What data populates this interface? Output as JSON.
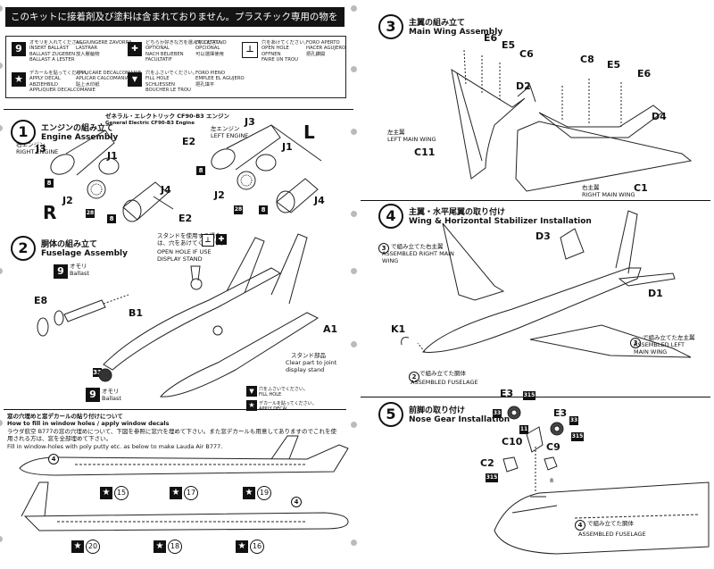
{
  "banner": "このキットに接着剤及び塗料は含まれておりません。プラスチック専用の物を別にお求め下さい。",
  "legend": {
    "ballast": {
      "icon": "9",
      "jp": "オモリを入れてください。",
      "en": "INSERT BALLAST",
      "fr": "BALLAST A LESTER",
      "de": "BALLAST ZUGEBEN",
      "es": "LASTRAR",
      "it": "AGGIUNGERE ZAVORRA",
      "cn": "放入壓艙物"
    },
    "optional": {
      "jp": "どちらか好きな方を選んでください。",
      "en": "OPTIONAL",
      "fr": "FACULTATIF",
      "de": "NACH BELIEBEN",
      "es": "OPCIONAL",
      "it": "FACOLTATIVO",
      "cn": "可以選擇使用"
    },
    "open_hole": {
      "jp": "穴をあけてください。",
      "en": "OPEN HOLE",
      "fr": "FAIRE UN TROU",
      "de": "OFFNEN",
      "es": "HACER AGUJERO",
      "it": "FORO APERTO",
      "cn": "把孔鑽開"
    },
    "apply_decal": {
      "jp": "デカールを貼ってください。",
      "en": "APPLY DECAL",
      "fr": "APPLIQUER DECALCOMANIE",
      "de": "ABZIEHBILD",
      "es": "APLICAR CALCOMANIA",
      "it": "APPLICARE DECALCOMANIE",
      "cn": "貼上水印紙"
    },
    "fill_hole": {
      "jp": "穴をふさいでください。",
      "en": "FILL HOLE",
      "fr": "BOUCHER LE TROU",
      "de": "SCHLIESSEN",
      "es": "EMPLEE EL AGUJERO",
      "it": "FORO PIENO",
      "cn": "把孔填平"
    }
  },
  "step1": {
    "number": "1",
    "title_jp": "エンジンの組み立て",
    "title_en": "Engine Assembly",
    "engine_jp": "ゼネラル・エレクトリック CF90-B3 エンジン",
    "engine_en": "General Electric CF90-B3 Engine",
    "right_jp": "右エンジン",
    "right_en": "RIGHT ENGINE",
    "left_jp": "左エンジン",
    "left_en": "LEFT ENGINE",
    "R": "R",
    "L": "L",
    "parts": {
      "J3": "J3",
      "J1": "J1",
      "J2": "J2",
      "J4": "J4",
      "E2": "E2"
    },
    "paint": {
      "p8": "8",
      "p28": "28"
    }
  },
  "step2": {
    "number": "2",
    "title_jp": "胴体の組み立て",
    "title_en": "Fuselage Assembly",
    "stand_note_jp": "スタンドを使用する場合は、穴をあけてください。",
    "stand_note_en": "OPEN HOLE IF USE DISPLAY STAND",
    "ballast_jp": "オモリ",
    "ballast_en": "Ballast",
    "parts": {
      "E8": "E8",
      "B1": "B1",
      "A1": "A1"
    },
    "paint33": "33",
    "stand_jp": "スタンド部品",
    "stand_en": "Clear part to joint display stand",
    "fill_jp": "穴をふさいでください。",
    "fill_en": "FILL HOLE",
    "decal_jp": "デカールを貼ってください。",
    "decal_en": "APPLY DECAL"
  },
  "windows": {
    "title_jp": "窓の穴埋めと窓デカールの貼り付けについて",
    "title_en": "How to fill in window holes / apply window decals",
    "body_jp": "ラウダ航空 B777の窓の穴埋めについて、下図を参照に窓穴を埋めて下さい。また窓デカールも用意してありますのでこれを使用される方は、窓を全部埋めて下さい。",
    "body_en": "Fill in window-holes with poly putty etc. as below to make  Lauda Air B777.",
    "callout": "4",
    "decals": [
      "15",
      "17",
      "19",
      "20",
      "18",
      "16"
    ]
  },
  "step3": {
    "number": "3",
    "title_jp": "主翼の組み立て",
    "title_en": "Main Wing Assembly",
    "parts": {
      "E6": "E6",
      "E5": "E5",
      "C6": "C6",
      "C8": "C8",
      "D2": "D2",
      "D4": "D4",
      "C11": "C11",
      "C1": "C1"
    },
    "left_jp": "左主翼",
    "left_en": "LEFT MAIN WING",
    "right_jp": "右主翼",
    "right_en": "RIGHT MAIN WING"
  },
  "step4": {
    "number": "4",
    "title_jp": "主翼・水平尾翼の取り付け",
    "title_en": "Wing & Horizontal Stabilizer Installation",
    "parts": {
      "D3": "D3",
      "D1": "D1",
      "K1": "K1"
    },
    "right_note_jp": "で組み立てた右主翼",
    "right_note_en": "ASSEMBLED RIGHT MAIN WING",
    "left_note_jp": "で組み立てた左主翼",
    "left_note_en": "ASSEMBLED LEFT MAIN WING",
    "fuse_note_jp": "で組み立てた胴体",
    "fuse_note_en": "ASSEMBLED FUSELAGE",
    "ref3": "3",
    "ref2": "2"
  },
  "step5": {
    "number": "5",
    "title_jp": "前脚の取り付け",
    "title_en": "Nose Gear Installation",
    "parts": {
      "E3": "E3",
      "C10": "C10",
      "C9": "C9",
      "C2": "C2"
    },
    "paint": {
      "p33": "33",
      "p315": "315",
      "p11": "11",
      "p8": "8"
    },
    "fuse_note_jp": "で組み立てた胴体",
    "fuse_note_en": "ASSEMBLED FUSELAGE",
    "ref4": "4"
  }
}
